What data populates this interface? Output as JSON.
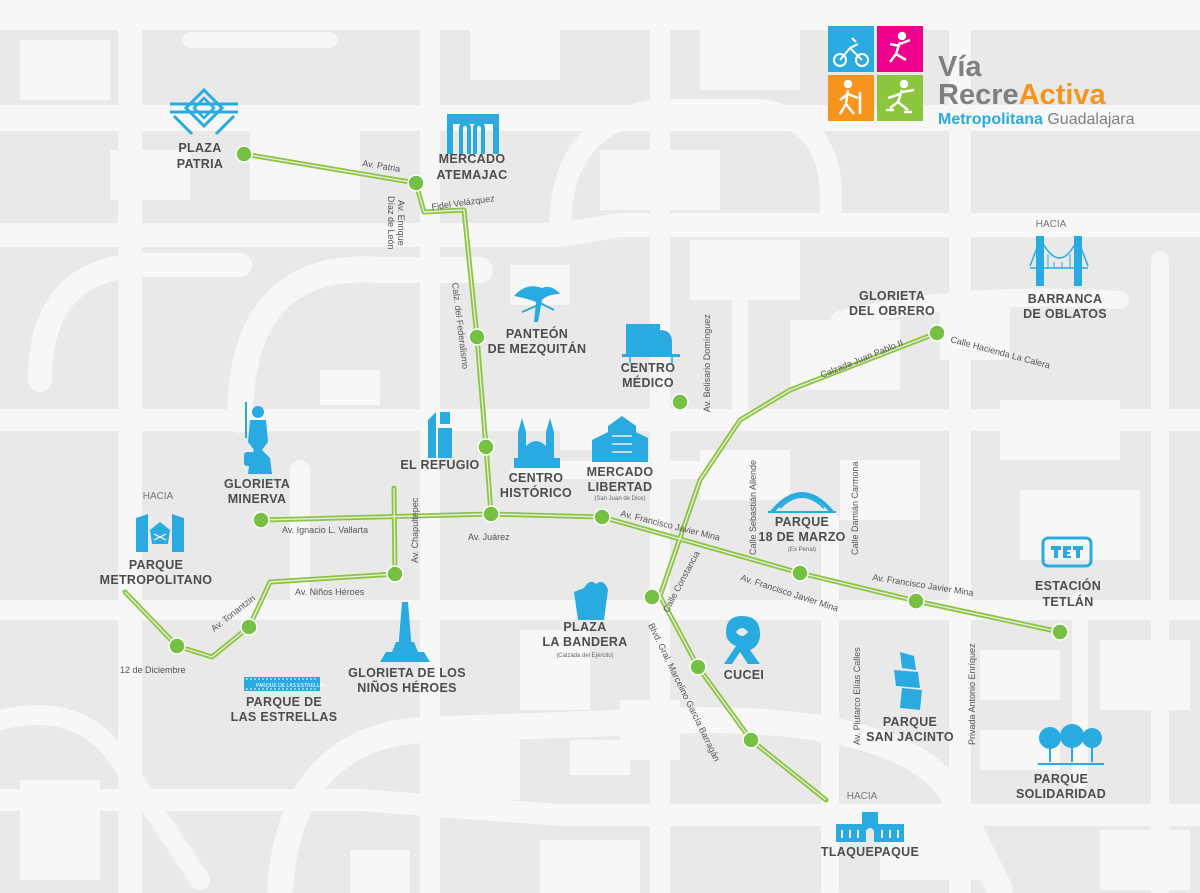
{
  "logo": {
    "title_via": "Vía",
    "title_recre": "Recre",
    "title_activa": "Activa",
    "subtitle_bold": "Metropolitana",
    "subtitle_city": "Guadalajara",
    "colors": {
      "blue": "#29abe2",
      "magenta": "#ec008c",
      "orange": "#f7941d",
      "green": "#8cc63f",
      "grey": "#808080"
    }
  },
  "places": {
    "plaza_patria": {
      "line1": "PLAZA",
      "line2": "PATRIA",
      "icon": "plaza-patria-icon"
    },
    "mercado_atemajac": {
      "line1": "MERCADO",
      "line2": "ATEMAJAC",
      "icon": "market-arches-icon"
    },
    "panteon": {
      "line1": "PANTEÓN",
      "line2": "DE MEZQUITÁN",
      "icon": "tree-icon"
    },
    "centro_medico": {
      "line1": "CENTRO",
      "line2": "MÉDICO",
      "icon": "hospital-icon"
    },
    "glorieta_obrero": {
      "line1": "GLORIETA",
      "line2": "DEL OBRERO"
    },
    "barranca": {
      "hacia": "HACIA",
      "line1": "BARRANCA",
      "line2": "DE OBLATOS",
      "icon": "bridge-icon"
    },
    "el_refugio": {
      "line1": "EL REFUGIO",
      "icon": "refugio-icon"
    },
    "centro_historico": {
      "line1": "CENTRO",
      "line2": "HISTÓRICO",
      "icon": "cathedral-icon"
    },
    "mercado_libertad": {
      "line1": "MERCADO",
      "line2": "LIBERTAD",
      "sub": "(San Juan de Dios)",
      "icon": "market-building-icon"
    },
    "glorieta_minerva": {
      "line1": "GLORIETA",
      "line2": "MINERVA",
      "icon": "minerva-statue-icon"
    },
    "parque_18": {
      "line1": "PARQUE",
      "line2": "18 DE MARZO",
      "sub": "(Ex Penal)",
      "icon": "arch-dome-icon"
    },
    "estacion_tetlan": {
      "line1": "ESTACIÓN",
      "line2": "TETLÁN",
      "icon": "tetlan-logo-icon"
    },
    "parque_metropolitano": {
      "hacia": "HACIA",
      "line1": "PARQUE",
      "line2": "METROPOLITANO",
      "icon": "metro-park-icon"
    },
    "plaza_bandera": {
      "line1": "PLAZA",
      "line2": "LA BANDERA",
      "sub": "(Calzada del Ejército)",
      "icon": "eagle-icon"
    },
    "cucei": {
      "line1": "CUCEI",
      "icon": "cucei-logo-icon"
    },
    "glorieta_ninos": {
      "line1": "GLORIETA DE LOS",
      "line2": "NIÑOS HÉROES",
      "icon": "monument-icon"
    },
    "parque_estrellas": {
      "line1": "PARQUE DE",
      "line2": "LAS ESTRELLAS",
      "banner": "PARQUE DE LAS ESTRELLAS",
      "icon": "film-strip-icon"
    },
    "parque_san_jacinto": {
      "line1": "PARQUE",
      "line2": "SAN JACINTO",
      "icon": "stacked-blocks-icon"
    },
    "parque_solidaridad": {
      "line1": "PARQUE",
      "line2": "SOLIDARIDAD",
      "icon": "trees-icon"
    },
    "tlaquepaque": {
      "hacia": "HACIA",
      "line1": "TLAQUEPAQUE",
      "icon": "tlaquepaque-building-icon"
    }
  },
  "streets": {
    "av_patria": "Av. Patria",
    "av_enrique_1": "Av. Enrique",
    "av_enrique_2": "Díaz de León",
    "fidel": "Fidel Velázquez",
    "federalismo": "Calz. del Federalismo",
    "belisario": "Av. Belisario Domínguez",
    "juan_pablo": "Calzada Juan Pablo II",
    "hacienda": "Calle Hacienda La Calera",
    "vallarta": "Av. Ignacio L. Vallarta",
    "juarez": "Av. Juárez",
    "mina1": "Av. Francisco Javier Mina",
    "mina2": "Av. Francisco Javier Mina",
    "mina3": "Av. Francisco Javier Mina",
    "allende": "Calle Sebastián Allende",
    "carmona": "Calle Damián Carmona",
    "chapultepec": "Av. Chapultepec",
    "ninos_heroes": "Av. Niños Héroes",
    "tonantzin": "Av. Tonantzin",
    "diciembre": "12 de Diciembre",
    "constancia": "Calle Constancia",
    "barragan": "Blvd. Gral. Marcelino García Barragán",
    "calles": "Av. Plutarco Elías Calles",
    "enriquez": "Privada Antonio Enríquez"
  }
}
